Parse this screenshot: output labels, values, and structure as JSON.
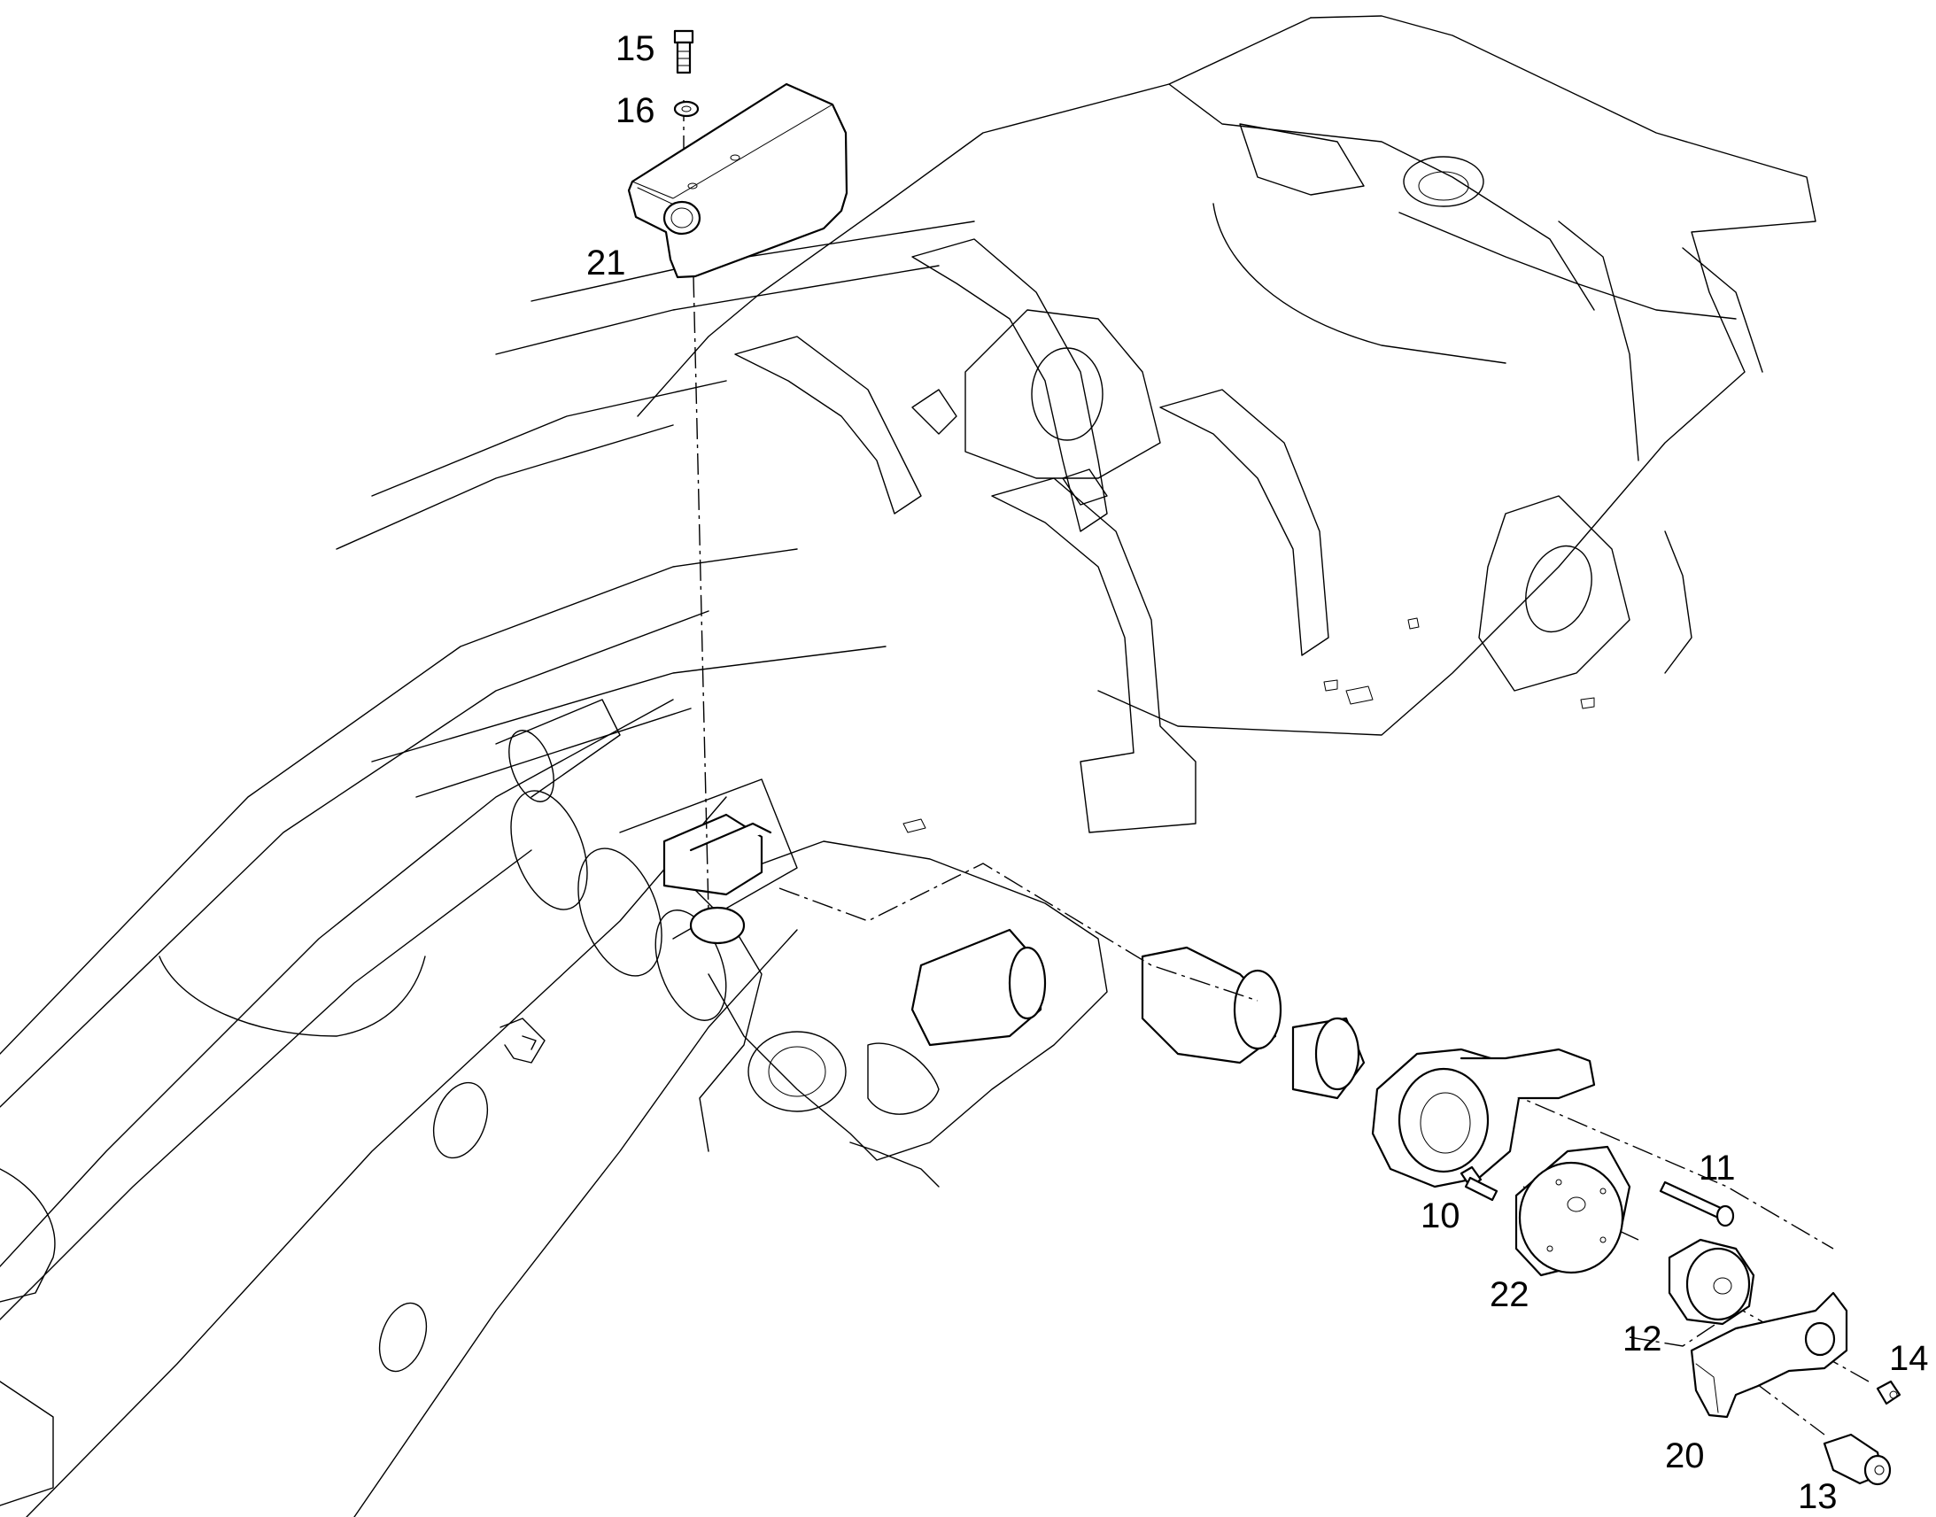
{
  "diagram": {
    "callouts": [
      "15",
      "16",
      "21",
      "11",
      "10",
      "22",
      "12",
      "14",
      "20",
      "13"
    ]
  }
}
